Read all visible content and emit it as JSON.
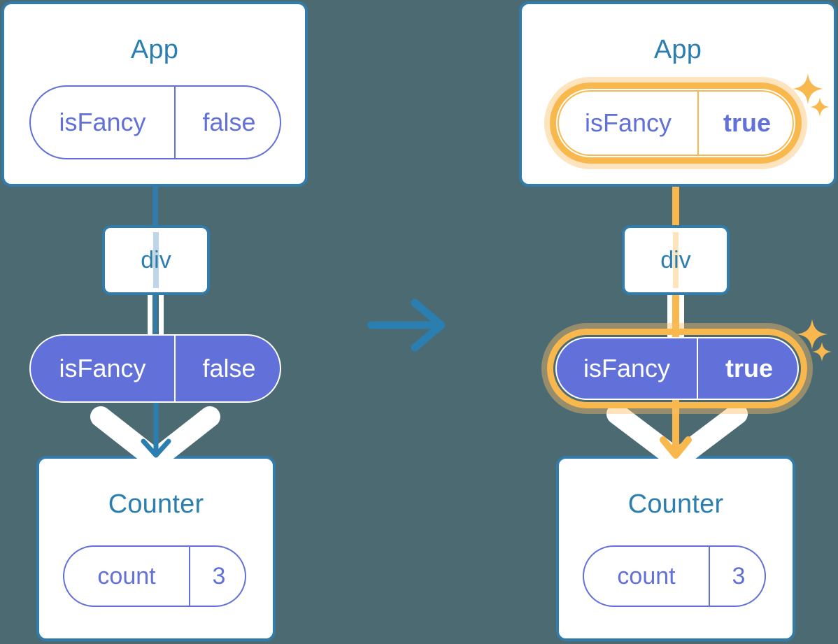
{
  "title": "React state flow: isFancy prop update",
  "background_color": "#4C6A72",
  "palette": {
    "box_border": "#317CAA",
    "box_title": "#2B7FB0",
    "pill_purple": "#6271D9",
    "pill_fill": "#6271D9",
    "highlight_amber": "#F8B84E",
    "highlight_glow": "#FBD9A3",
    "rail_white": "#FFFFFF",
    "div_line_blue": "#BFD6EA",
    "div_line_amber": "#FCE4BC"
  },
  "panels": [
    {
      "id": "before",
      "app": {
        "title": "App",
        "state": {
          "key": "isFancy",
          "value": "false",
          "highlighted": false,
          "value_bold": false
        }
      },
      "host": {
        "label": "div",
        "line_color": "blue"
      },
      "prop": {
        "key": "isFancy",
        "value": "false",
        "highlighted": false,
        "value_bold": false
      },
      "counter": {
        "title": "Counter",
        "state": {
          "key": "count",
          "value": "3"
        }
      },
      "flow_color": "blue",
      "sparkles": []
    },
    {
      "id": "after",
      "app": {
        "title": "App",
        "state": {
          "key": "isFancy",
          "value": "true",
          "highlighted": true,
          "value_bold": true
        }
      },
      "host": {
        "label": "div",
        "line_color": "amber"
      },
      "prop": {
        "key": "isFancy",
        "value": "true",
        "highlighted": true,
        "value_bold": true
      },
      "counter": {
        "title": "Counter",
        "state": {
          "key": "count",
          "value": "3"
        }
      },
      "flow_color": "amber",
      "sparkles": [
        "sparkle-large",
        "sparkle-small",
        "sparkle-large",
        "sparkle-small"
      ]
    }
  ],
  "transition": {
    "icon": "arrow-right-icon",
    "color": "#2B7FB0"
  }
}
